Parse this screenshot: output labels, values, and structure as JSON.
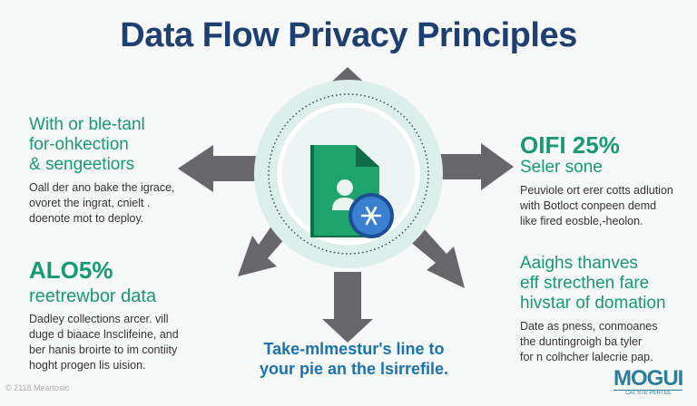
{
  "title": "Data Flow Privacy Principles",
  "blocks": {
    "top_left": {
      "heading": [
        "With or ble-tanl",
        "for-ohkection",
        "& sengeetiors"
      ],
      "body": [
        "Oall der ano bake the igrace,",
        "ovoret the ingrat, cnielt .",
        "doenote mot to deploy."
      ]
    },
    "bottom_left": {
      "stat": "ALO5%",
      "heading": "reetrewbor data",
      "body": [
        "Dadley collections arcer. vill",
        "duge d biaace lnsclifeine, and",
        "ber hanis broirte to im contiity",
        "hoght progen lis uision."
      ]
    },
    "top_right": {
      "stat": "OIFI 25%",
      "heading": "Seler sone",
      "body": [
        "Peuviole ort erer cotts adlution",
        "with Botloct conpeen demd",
        "like fired eosble,-heolon."
      ]
    },
    "bottom_right": {
      "heading": [
        "Aaighs thanves",
        "eff strecthen fare",
        "hivstar of domation"
      ],
      "body": [
        "Date as pness, conmoanes",
        "the duntingroigh ba tyler",
        "for n colhcher lalecrie pap."
      ]
    }
  },
  "center_caption": [
    "Take-mlmestur's line to",
    "your pie an the lsirrefile."
  ],
  "copyright": "© 2118 Meartosic",
  "logo": {
    "name": "MOGUI",
    "tagline": "CAT STE PERTEE"
  },
  "icons": {
    "center": "document-user-icon",
    "badge": "snowflake-badge-icon"
  },
  "colors": {
    "title": "#1e3f72",
    "accent": "#179a72",
    "caption": "#1b72b0",
    "arrow": "#66666b"
  }
}
